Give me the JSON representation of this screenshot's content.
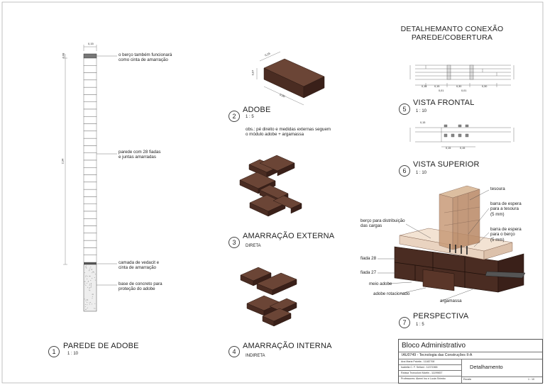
{
  "heading": {
    "line1": "DETALHEMANTO CONEXÃO",
    "line2": "PAREDE/COBERTURA"
  },
  "views": [
    {
      "num": "1",
      "title": "PAREDE DE ADOBE",
      "scale": "1 : 10"
    },
    {
      "num": "2",
      "title": "ADOBE",
      "scale": "1 : 5"
    },
    {
      "num": "3",
      "title": "AMARRAÇÃO EXTERNA",
      "subtitle": "DIRETA"
    },
    {
      "num": "4",
      "title": "AMARRAÇÃO INTERNA",
      "subtitle": "INDIRETA"
    },
    {
      "num": "5",
      "title": "VISTA FRONTAL",
      "scale": "1 : 10"
    },
    {
      "num": "6",
      "title": "VISTA SUPERIOR",
      "scale": "1 : 10"
    },
    {
      "num": "7",
      "title": "PERSPECTIVA",
      "scale": "1 : 5"
    }
  ],
  "wall_notes": {
    "berco": [
      "o berço também funcionará",
      "como cinta de amarração"
    ],
    "parede": [
      "parede com 28 fiadas",
      "e juntas amarradas"
    ],
    "vedacit": [
      "camada de vedacit e",
      "cinta de amarração"
    ],
    "base": [
      "base de concreto para",
      "proteção do adobe"
    ]
  },
  "adobe_obs": [
    "obs.: pé direito e medidas externas seguem",
    "o módulo adobe + argamassa"
  ],
  "perspective_labels": {
    "tesoura": "tesoura",
    "barra_tesoura": [
      "barra de espera",
      "para a tesoura",
      "(5 mm)"
    ],
    "barra_berco": [
      "barra de espera",
      "para o berço",
      "(5 mm)"
    ],
    "berco": [
      "berço para distribuição",
      "das cargas"
    ],
    "fiada28": "fiada 28",
    "fiada27": "fiada 27",
    "meio": "meio adobe",
    "rotacionado": "adobe rotacionado",
    "argamassa": "argamassa"
  },
  "title_block": {
    "project": "Bloco Administrativo",
    "course": "IAU0749 - Tecnologia das Construções II-A",
    "authors": [
      "Ana Maria Palotta - 11182708",
      "Isabella C. F. Sellani - 11371965",
      "Raíssa Troncoloni Martin - 11199657",
      "Professores: Akemi Ino e Lucia Shimbo"
    ],
    "sheet_title": "Detalhamento",
    "scale_label": "Escala",
    "sheet_num": "1 : 10"
  },
  "dims": {
    "wall_height": "2,34",
    "wall_top": "0,15",
    "wall_cap": "0,08",
    "adobe_w": "0,15",
    "adobe_l": "0,30",
    "adobe_h": "0,07",
    "front_a": "0,15",
    "front_b": "0,15",
    "front_c": "0,30",
    "front_d": "0,30",
    "front_e": "0,01",
    "front_f": "0,01",
    "top_a": "0,15",
    "top_b": "0,15",
    "top_c": "0,15"
  },
  "colors": {
    "adobe_top": "#6b4536",
    "adobe_side": "#4a2c22",
    "adobe_dark": "#3a2019",
    "wood": "#c89b78",
    "steel": "#555"
  }
}
